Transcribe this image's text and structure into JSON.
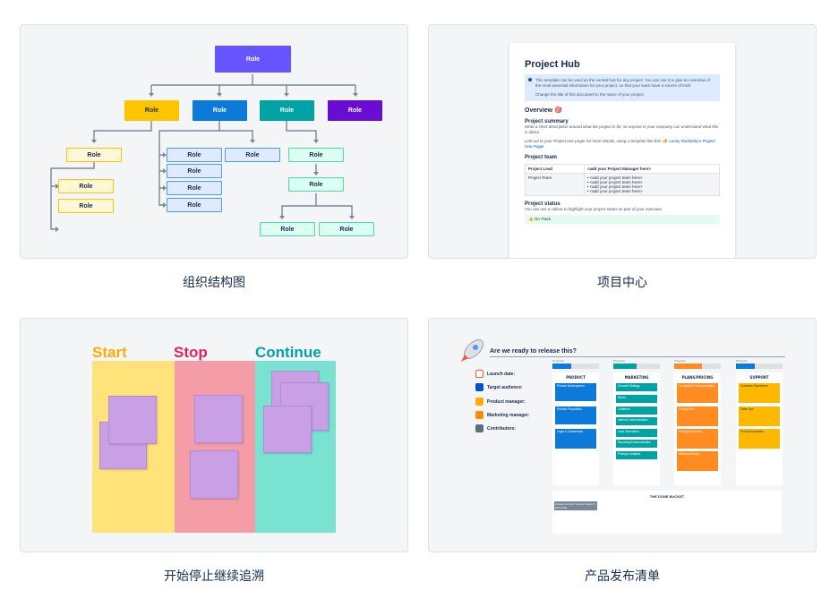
{
  "templates": [
    {
      "caption": "组织结构图"
    },
    {
      "caption": "项目中心"
    },
    {
      "caption": "开始停止继续追溯"
    },
    {
      "caption": "产品发布清单"
    }
  ],
  "org_chart": {
    "role_label": "Role",
    "colors": {
      "root": "#6554ff",
      "yellow": "#ffc400",
      "blue": "#0c7ad8",
      "teal": "#00a3a3",
      "purple": "#6a0dd4",
      "yellow_light": "#fff7d6",
      "blue_light": "#deebff",
      "teal_light": "#dcfff4"
    }
  },
  "project_hub": {
    "title": "Project Hub",
    "info_text": "This template can be used as the central hub for any project. You can use it to give an overview of the most essential information for your project, so that your team have a source of truth.",
    "info_text2": "Change the title of this document to the name of your project.",
    "overview_heading": "Overview 🎯",
    "summary_heading": "Project summary",
    "summary_text": "Write a short description around what the project is for, so anyone in your company can understand what this is about.",
    "link_text": "Link out to your Project one-pager for more details, using a template like this:",
    "link_name": "🔥 Lenny Rachitsky's Project One Pager",
    "team_heading": "Project team",
    "team_lead_label": "Project Lead",
    "team_lead_value": "<add your Project Manager here>",
    "team_label": "Project Team",
    "team_members": [
      "<add your project team here>",
      "<add your project team here>",
      "<add your project team here>",
      "<add your project team here>"
    ],
    "status_heading": "Project status",
    "status_text": "You can use a callout to highlight your project status as part of your overview.",
    "status_value": "On Track"
  },
  "retro": {
    "start": "Start",
    "stop": "Stop",
    "continue": "Continue",
    "colors": {
      "start_bg": "#ffe27a",
      "start_title": "#ffab00",
      "stop_bg": "#f49da7",
      "stop_title": "#e2245c",
      "continue_bg": "#79e2d0",
      "continue_title": "#00a3a3"
    }
  },
  "release": {
    "title": "Are we ready to release this?",
    "fields": [
      "Launch date:",
      "Target audience:",
      "Product manager:",
      "Marketing manager:",
      "Contributors:"
    ],
    "progress_label": "Progress",
    "columns": [
      {
        "name": "PRODUCT",
        "cards": [
          "Product Development",
          "Product Proposition",
          "Legal & Commercial"
        ]
      },
      {
        "name": "MARKETING",
        "cards": [
          "Channel Strategy",
          "Brand",
          "Collateral",
          "Internal Communication",
          "Lead Generation",
          "Reporting/Communication",
          "Pricing & Analysis"
        ]
      },
      {
        "name": "PLANS/PRICING",
        "cards": [
          "Competitive Pricing Analysis",
          "Pricing Tiers",
          "Pricing Mechanics",
          "Discount Pricing"
        ]
      },
      {
        "name": "SUPPORT",
        "cards": [
          "Customer Experience",
          "Sales Ops",
          "Product Education"
        ]
      }
    ],
    "done_title": "THE DONE BUCKET",
    "done_card": "Create product launch team's Microsite"
  }
}
